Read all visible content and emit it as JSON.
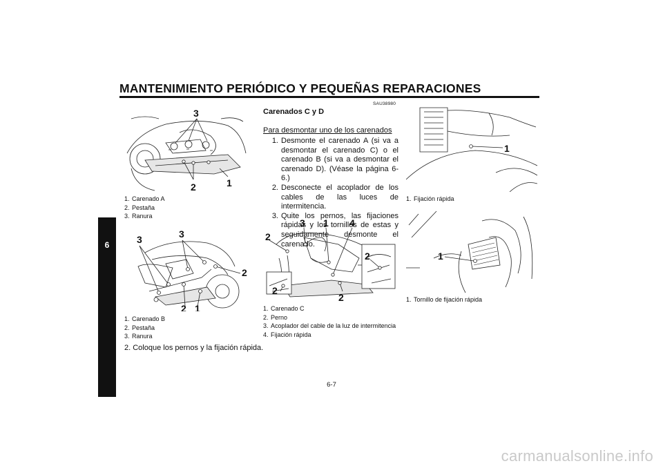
{
  "header": {
    "title": "MANTENIMIENTO PERIÓDICO Y PEQUEÑAS REPARACIONES",
    "chapter": "6"
  },
  "figures": {
    "fig1": {
      "callouts": [
        "3",
        "2",
        "1"
      ]
    },
    "fig2": {
      "callouts": [
        "3",
        "3",
        "2",
        "2",
        "1"
      ]
    },
    "fig3": {
      "callouts": [
        "2",
        "3",
        "1",
        "4",
        "2",
        "2",
        "2"
      ]
    },
    "fig4": {
      "callouts": [
        "1"
      ]
    },
    "fig5": {
      "callouts": [
        "1"
      ]
    }
  },
  "legend1": [
    {
      "n": "1.",
      "t": "Carenado A"
    },
    {
      "n": "2.",
      "t": "Pestaña"
    },
    {
      "n": "3.",
      "t": "Ranura"
    }
  ],
  "legend2": [
    {
      "n": "1.",
      "t": "Carenado B"
    },
    {
      "n": "2.",
      "t": "Pestaña"
    },
    {
      "n": "3.",
      "t": "Ranura"
    }
  ],
  "left_step": "2.  Coloque los pernos y la fijación rápida.",
  "section": {
    "code": "SAU38980",
    "title": "Carenados C y D",
    "sub_heading": "Para desmontar uno de los carenados",
    "steps": [
      {
        "n": "1.",
        "t": "Desmonte el carenado A (si va a desmontar el carenado C) o el carenado B (si va a desmontar el carenado D). (Véase la página 6-6.)"
      },
      {
        "n": "2.",
        "t": "Desconecte el acoplador de los cables de las luces de intermitencia."
      },
      {
        "n": "3.",
        "t": "Quite los pernos, las fijaciones rápidas y los tornillos de estas y seguidamente desmonte el carenado."
      }
    ]
  },
  "legend3": [
    {
      "n": "1.",
      "t": "Carenado C"
    },
    {
      "n": "2.",
      "t": "Perno"
    },
    {
      "n": "3.",
      "t": "Acoplador del cable de la luz de intermitencia"
    },
    {
      "n": "4.",
      "t": "Fijación rápida"
    }
  ],
  "legend4": [
    {
      "n": "1.",
      "t": "Fijación rápida"
    }
  ],
  "legend5": [
    {
      "n": "1.",
      "t": "Tornillo de fijación rápida"
    }
  ],
  "page_number": "6-7",
  "watermark": "carmanualsonline.info"
}
